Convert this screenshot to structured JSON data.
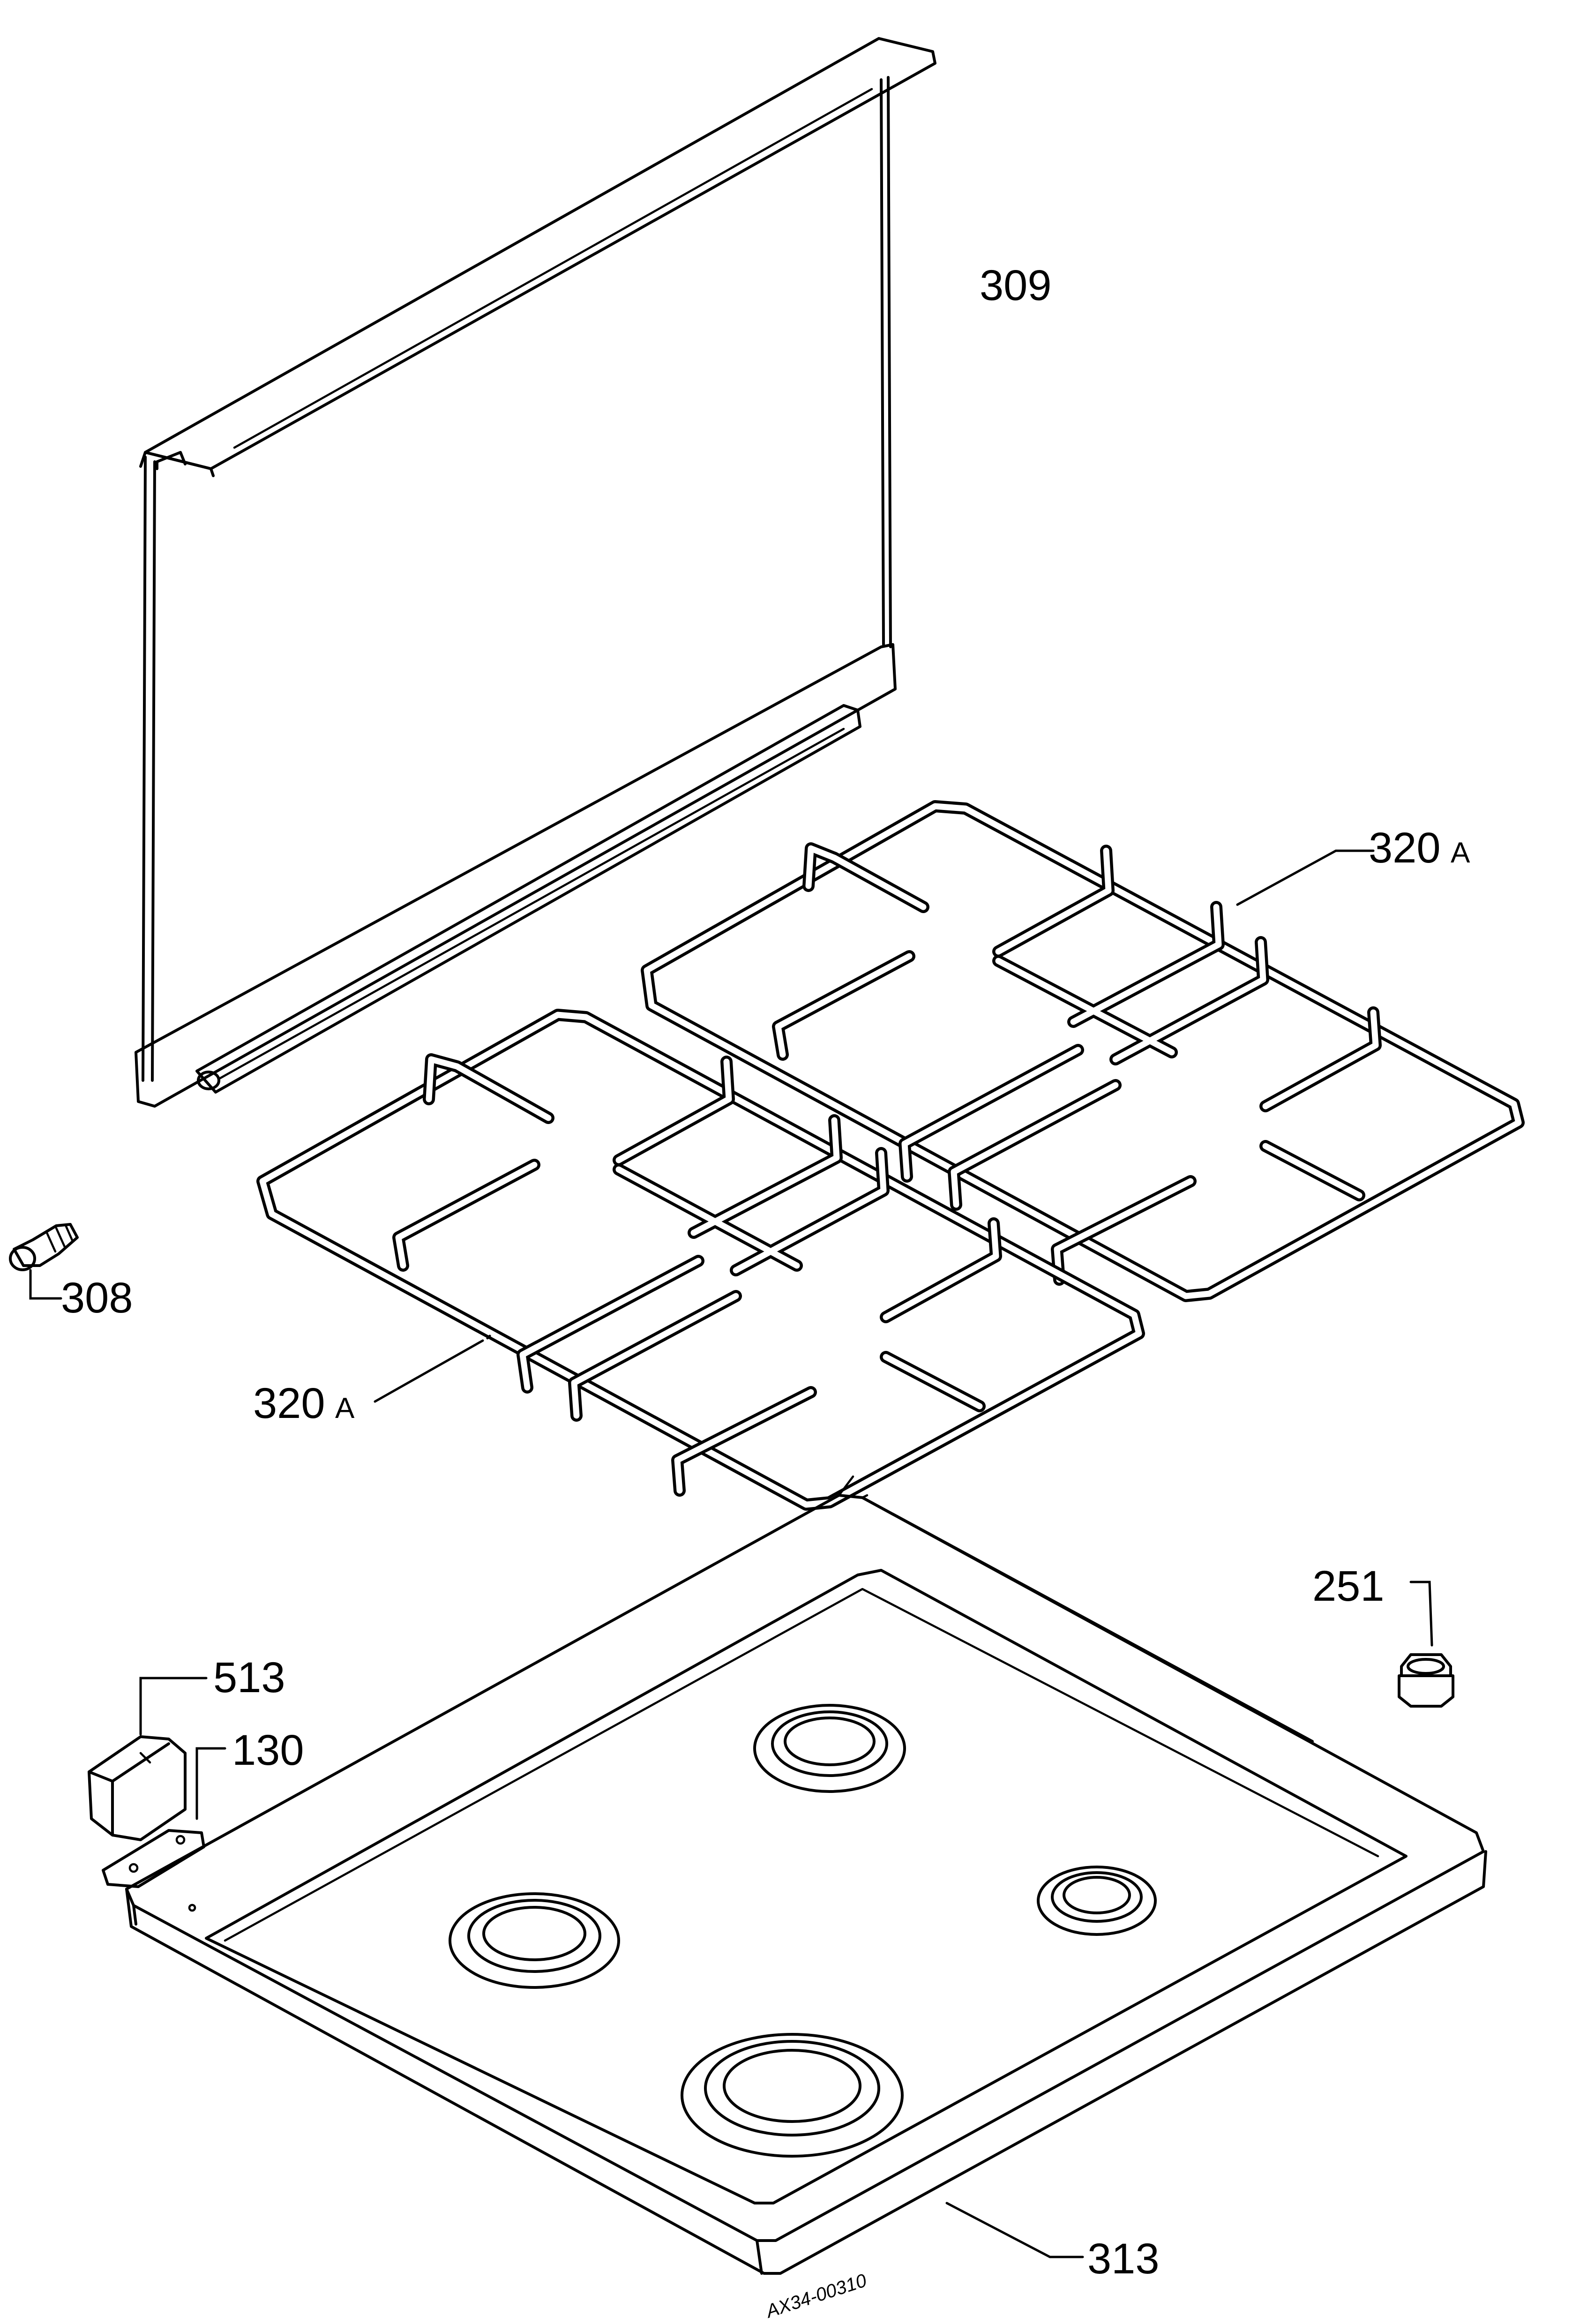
{
  "labels": {
    "p309": "309",
    "p308": "308",
    "p320a_back": "320",
    "p320a_back_suffix": "A",
    "p320a_front": "320",
    "p320a_front_suffix": "A",
    "p251": "251",
    "p513": "513",
    "p130": "130",
    "p313": "313"
  },
  "drawing_ref": "AX34-00310"
}
